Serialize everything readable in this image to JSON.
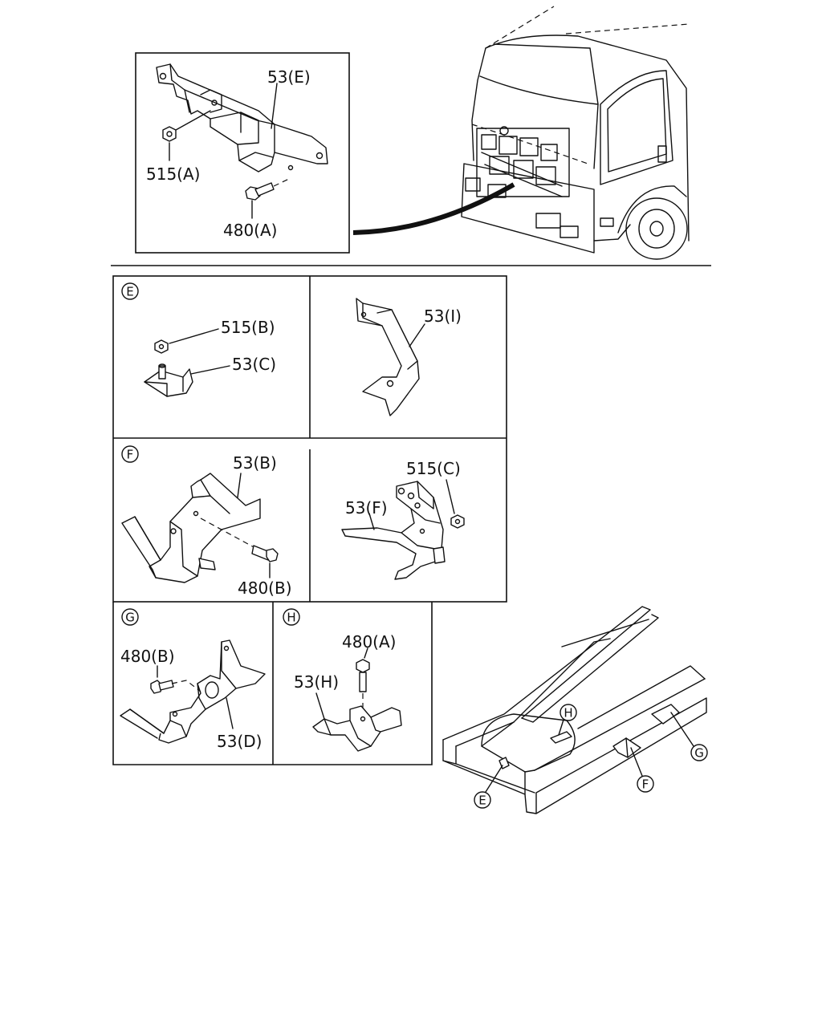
{
  "callouts": {
    "top_53E": "53(E)",
    "top_515A": "515(A)",
    "top_480A": "480(A)",
    "e_515B": "515(B)",
    "e_53C": "53(C)",
    "i_53I": "53(I)",
    "f_53B": "53(B)",
    "f_480B": "480(B)",
    "f2_515C": "515(C)",
    "f2_53F": "53(F)",
    "g_480B": "480(B)",
    "g_53D": "53(D)",
    "h_480A": "480(A)",
    "h_53H": "53(H)"
  },
  "panel_keys": {
    "e": "E",
    "f": "F",
    "g": "G",
    "h": "H"
  },
  "frame_keys": {
    "h": "H",
    "f": "F",
    "g": "G",
    "e": "E"
  }
}
